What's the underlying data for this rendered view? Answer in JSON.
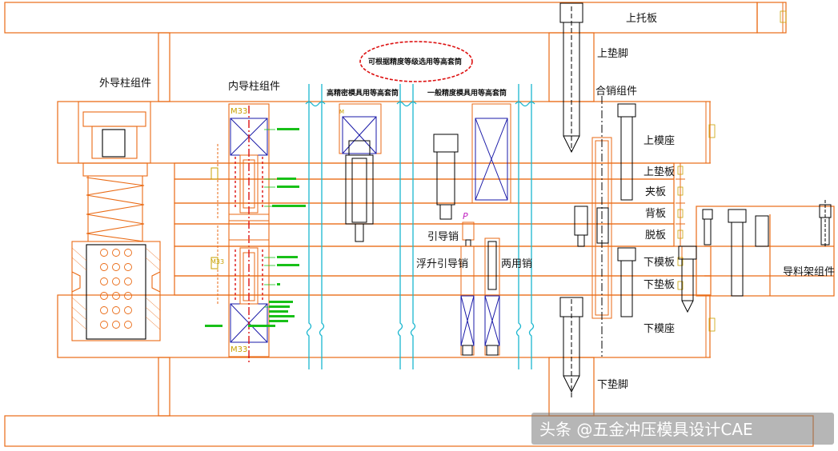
{
  "colors": {
    "plate": "#ea6a14",
    "pin": "#000000",
    "cyan": "#19b6cf",
    "blue": "#1a1aa8",
    "green": "#18c018",
    "callout": "#dd1111",
    "magenta": "#c020c0",
    "dim": "#ea6a14",
    "watermark_bg": "#7a7a7a"
  },
  "labels": {
    "top_clamp_plate": "上托板",
    "upper_riser": "上垫脚",
    "outer_guide_post": "外导柱组件",
    "inner_guide_post": "内导柱组件",
    "callout": "可根据精度等级选用等高套筒",
    "high_precision_bushing": "高精密模具用等高套筒",
    "general_precision_bushing": "一般精度模具用等高套筒",
    "closing_pin_assembly": "合销组件",
    "upper_die_shoe": "上模座",
    "upper_backing_plate": "上垫板",
    "clamp_plate": "夹板",
    "back_plate": "背板",
    "stripper_plate": "脱板",
    "pilot_pin": "引导销",
    "lifter_guide_pin": "浮升引导销",
    "dual_use_pin": "两用销",
    "lower_die_plate": "下模板",
    "lower_backing_plate": "下垫板",
    "lower_die_shoe": "下模座",
    "lower_riser": "下垫脚",
    "stock_guide_assembly": "导料架组件",
    "p_mark": "P",
    "m33_top": "M33",
    "m33_mid": "M33",
    "m33_bottom": "M33",
    "m": "M"
  },
  "watermark": "头条 @五金冲压模具设计CAE"
}
